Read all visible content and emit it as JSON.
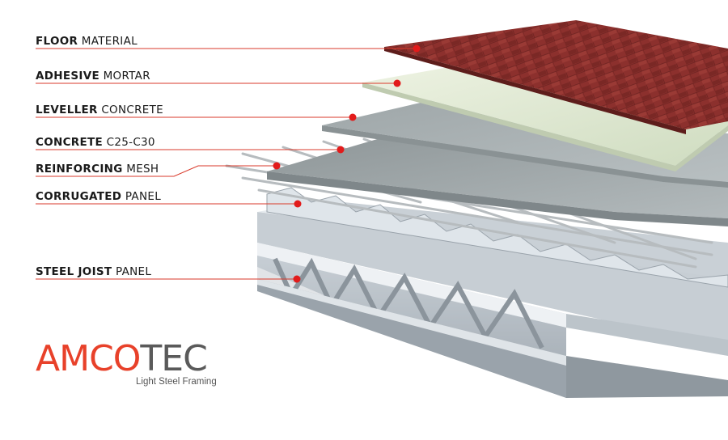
{
  "layers": [
    {
      "id": "floor",
      "bold": "FLOOR",
      "light": "MATERIAL"
    },
    {
      "id": "adhesive",
      "bold": "ADHESIVE",
      "light": "MORTAR"
    },
    {
      "id": "leveller",
      "bold": "LEVELLER",
      "light": "CONCRETE"
    },
    {
      "id": "concrete",
      "bold": "CONCRETE",
      "light": "C25-C30"
    },
    {
      "id": "mesh",
      "bold": "REINFORCING",
      "light": "MESH"
    },
    {
      "id": "corrugated",
      "bold": "CORRUGATED",
      "light": "PANEL"
    },
    {
      "id": "joist",
      "bold": "STEEL JOIST",
      "light": "PANEL"
    }
  ],
  "logo": {
    "part1": "AMCO",
    "part2": "TEC",
    "tagline": "Light Steel Framing"
  },
  "colors": {
    "accent": "#e8412a",
    "leader_line": "#d93a2b",
    "tile": "#8a2f2c",
    "mortar": "#dfe8d2",
    "concrete": "#a7afb1",
    "steel": "#b9c1c7"
  }
}
